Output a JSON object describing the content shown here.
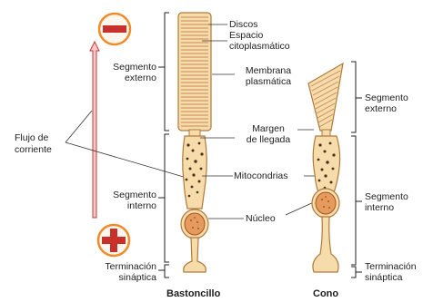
{
  "colors": {
    "cell_fill": "#f6dcaa",
    "cell_stroke": "#b07a3a",
    "disc_stroke": "#c9885a",
    "mito_dot": "#4a3018",
    "nucleus_fill": "#e59a5e",
    "nucleus_stroke": "#a8541f",
    "arrow_fill": "#f6c9c9",
    "arrow_stroke": "#c23b3b",
    "sign_red": "#c8312b",
    "sign_ring": "#f08a2a",
    "line": "#333333"
  },
  "signs": {
    "top": "−",
    "bottom": "+"
  },
  "icons": {
    "negative": "minus-icon",
    "positive": "plus-icon"
  },
  "labels": {
    "flujo_1": "Flujo de",
    "flujo_2": "corriente",
    "rod_segmento_externo_1": "Segmento",
    "rod_segmento_externo_2": "externo",
    "rod_segmento_interno_1": "Segmento",
    "rod_segmento_interno_2": "interno",
    "rod_terminacion_1": "Terminación",
    "rod_terminacion_2": "sináptica",
    "discos": "Discos",
    "espacio_1": "Espacio",
    "espacio_2": "citoplasmático",
    "membrana_1": "Membrana",
    "membrana_2": "plasmática",
    "margen_1": "Margen",
    "margen_2": "de llegada",
    "mitocondrias": "Mitocondrias",
    "nucleo": "Núcleo",
    "cone_segmento_externo_1": "Segmento",
    "cone_segmento_externo_2": "externo",
    "cone_segmento_interno_1": "Segmento",
    "cone_segmento_interno_2": "interno",
    "cone_terminacion_1": "Terminación",
    "cone_terminacion_2": "sináptica",
    "bastoncillo": "Bastoncillo",
    "cono": "Cono"
  }
}
